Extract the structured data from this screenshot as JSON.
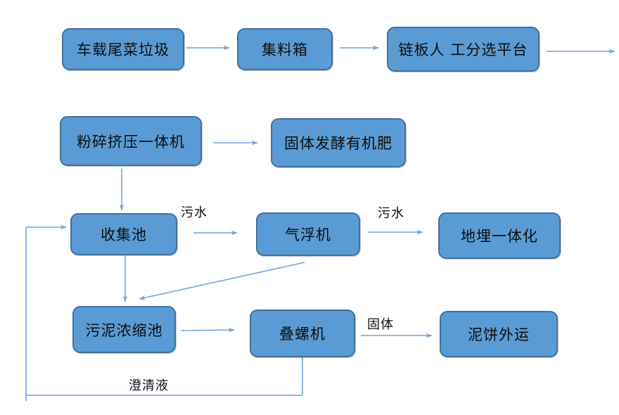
{
  "diagram": {
    "title_hint": "tail-vegetable waste treatment process flowchart",
    "nodes": {
      "truck_waste": {
        "label": "车载尾菜垃圾"
      },
      "collection_box": {
        "label": "集料箱"
      },
      "sorting_platform": {
        "label": "链板人 工分选平台"
      },
      "crusher_press": {
        "label": "粉碎挤压一体机"
      },
      "solid_fermentation": {
        "label": "固体发酵有机肥"
      },
      "collection_pool": {
        "label": "收集池"
      },
      "air_flotation": {
        "label": "气浮机"
      },
      "buried_integration": {
        "label": "地埋一体化"
      },
      "sludge_thickening": {
        "label": "污泥浓缩池"
      },
      "screw_press": {
        "label": "叠螺机"
      },
      "mud_cake": {
        "label": "泥饼外运"
      }
    },
    "edge_labels": {
      "sewage_1": "污水",
      "sewage_2": "污水",
      "solid": "固体",
      "clarified_liquid": "澄清液"
    },
    "colors": {
      "node_fill": "#5b9bd5",
      "node_border": "#41719c",
      "arrow": "#72a4d8",
      "text": "#0d0d0d",
      "background": "#ffffff"
    }
  }
}
